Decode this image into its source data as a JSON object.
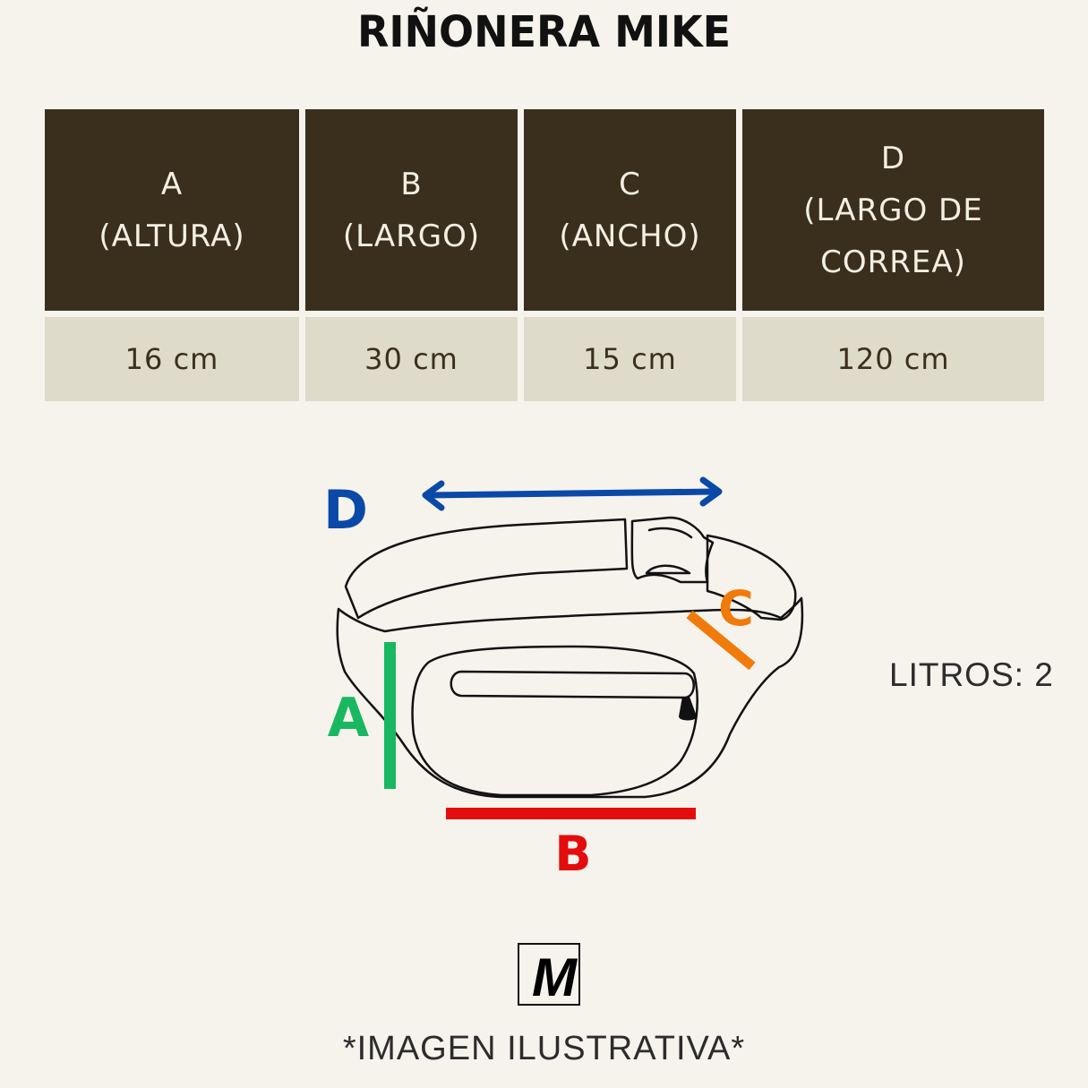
{
  "title": "RIÑONERA MIKE",
  "table": {
    "headers": [
      {
        "letter": "A",
        "lines": [
          "(ALTURA)"
        ]
      },
      {
        "letter": "B",
        "lines": [
          "(LARGO)"
        ]
      },
      {
        "letter": "C",
        "lines": [
          "(ANCHO)"
        ]
      },
      {
        "letter": "D",
        "lines": [
          "(LARGO DE",
          "CORREA)"
        ]
      }
    ],
    "values": [
      "16 cm",
      "30 cm",
      "15 cm",
      "120 cm"
    ]
  },
  "diagram": {
    "labels": {
      "a": "A",
      "b": "B",
      "c": "C",
      "d": "D"
    },
    "colors": {
      "a": "#19b760",
      "b": "#e30d0d",
      "c": "#f07b0b",
      "d": "#0a49a8"
    }
  },
  "litros": "LITROS: 2",
  "logo": "M",
  "footer": "*IMAGEN ILUSTRATIVA*"
}
